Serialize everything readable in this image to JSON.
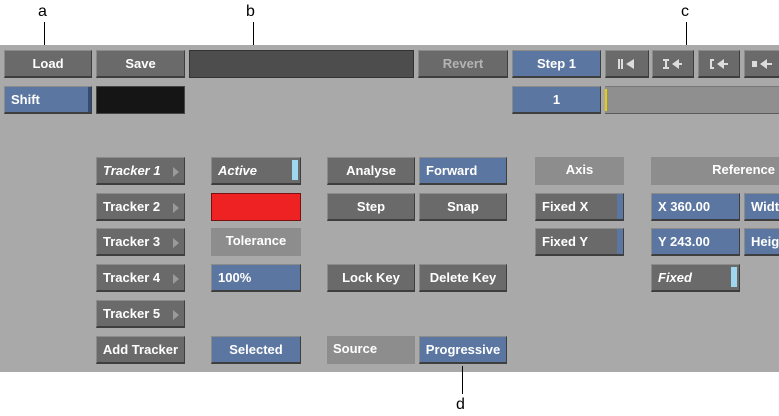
{
  "callouts": {
    "a": "a",
    "b": "b",
    "c": "c",
    "d": "d"
  },
  "toolbar": {
    "load": "Load",
    "save": "Save",
    "revert": "Revert",
    "step": "Step 1",
    "shift": "Shift",
    "frame": "1"
  },
  "trackers": [
    "Tracker 1",
    "Tracker 2",
    "Tracker 3",
    "Tracker 4",
    "Tracker 5"
  ],
  "add_tracker": "Add Tracker",
  "tracker_col": {
    "active": "Active",
    "tolerance_label": "Tolerance",
    "tolerance_value": "100%",
    "selected": "Selected",
    "swatch_color": "#ee2222"
  },
  "analysis": {
    "analyse": "Analyse",
    "forward": "Forward",
    "step": "Step",
    "snap": "Snap",
    "lock_key": "Lock Key",
    "delete_key": "Delete Key",
    "source": "Source",
    "progressive": "Progressive"
  },
  "axis": {
    "label": "Axis",
    "fixed_x": "Fixed X",
    "fixed_y": "Fixed Y"
  },
  "reference": {
    "label": "Reference",
    "x": "X 360.00",
    "y": "Y 243.00",
    "width_trunc": "Widt",
    "height_trunc": "Heig",
    "fixed": "Fixed"
  },
  "colors": {
    "panel": "#a9a9a9",
    "blue": "#5b76a0",
    "gray": "#6a6a6a",
    "cyan": "#9fd8ee",
    "playhead": "#e8d000"
  }
}
